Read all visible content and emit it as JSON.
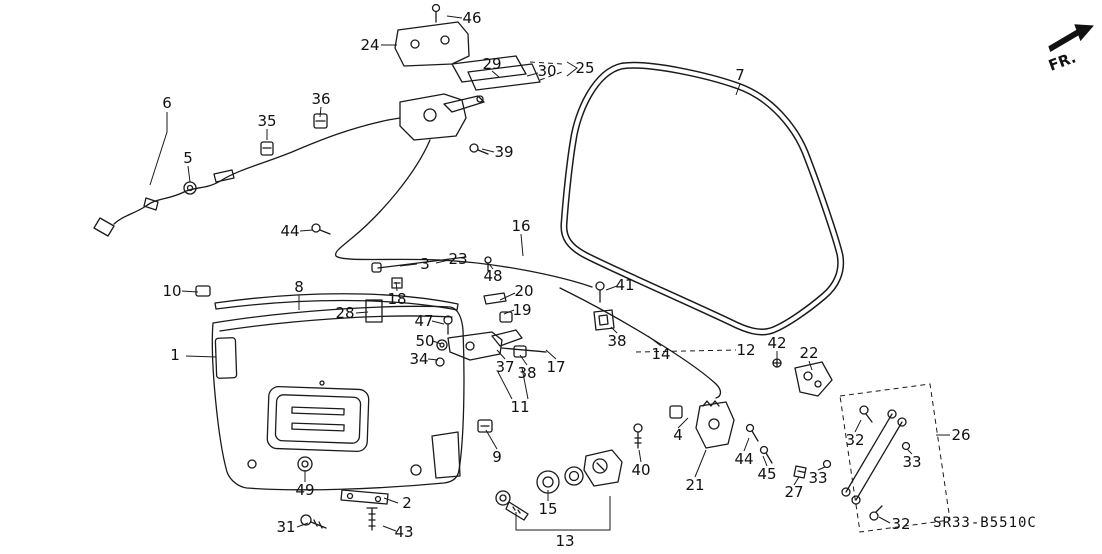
{
  "diagram": {
    "fr_label": "FR.",
    "drawing_code": "SR33-B5510C",
    "callouts": [
      "46",
      "24",
      "29",
      "30",
      "25",
      "7",
      "6",
      "36",
      "35",
      "5",
      "39",
      "44",
      "16",
      "23",
      "3",
      "48",
      "41",
      "10",
      "8",
      "18",
      "20",
      "19",
      "28",
      "47",
      "38",
      "14",
      "12",
      "42",
      "22",
      "1",
      "50",
      "34",
      "37",
      "38",
      "17",
      "26",
      "11",
      "32",
      "33",
      "9",
      "4",
      "44",
      "40",
      "45",
      "21",
      "33",
      "27",
      "49",
      "2",
      "15",
      "32",
      "31",
      "43",
      "13"
    ]
  }
}
